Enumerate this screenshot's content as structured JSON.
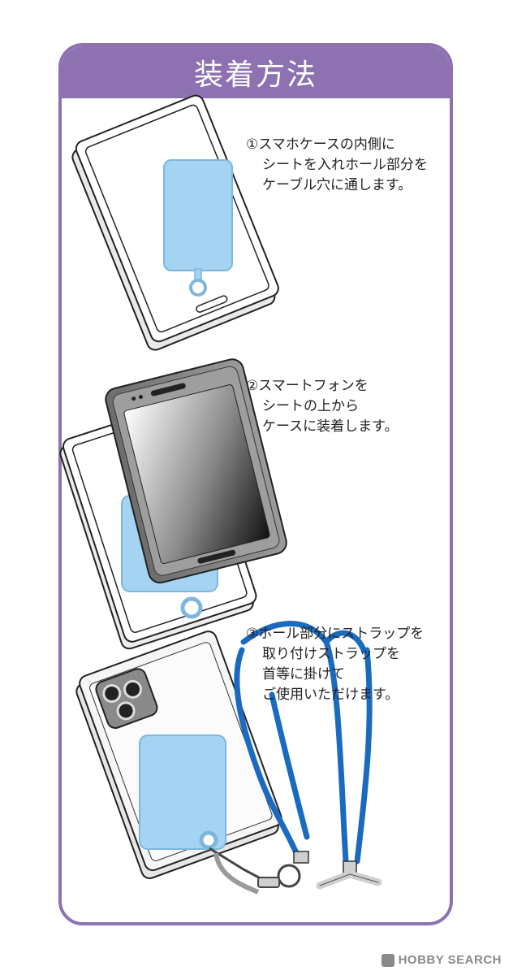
{
  "title": "装着方法",
  "steps": [
    {
      "lines": [
        "①スマホケースの内側に",
        "シートを入れホール部分を",
        "ケーブル穴に通します。"
      ]
    },
    {
      "lines": [
        "②スマートフォンを",
        "シートの上から",
        "ケースに装着します。"
      ]
    },
    {
      "lines": [
        "③ホール部分にストラップを",
        "取り付けストラップを",
        "首等に掛けて",
        "ご使用いただけます。"
      ]
    }
  ],
  "watermark": "HOBBY SEARCH",
  "colors": {
    "frame": "#8d71b1",
    "sheet": "#a4d4f2",
    "strap": "#1a6bc0",
    "outline": "#222222"
  },
  "icons": [
    "phone-case-icon",
    "sheet-icon",
    "smartphone-icon",
    "camera-icon",
    "strap-icon",
    "carabiner-icon",
    "ring-icon",
    "hobby-search-logo-icon"
  ]
}
